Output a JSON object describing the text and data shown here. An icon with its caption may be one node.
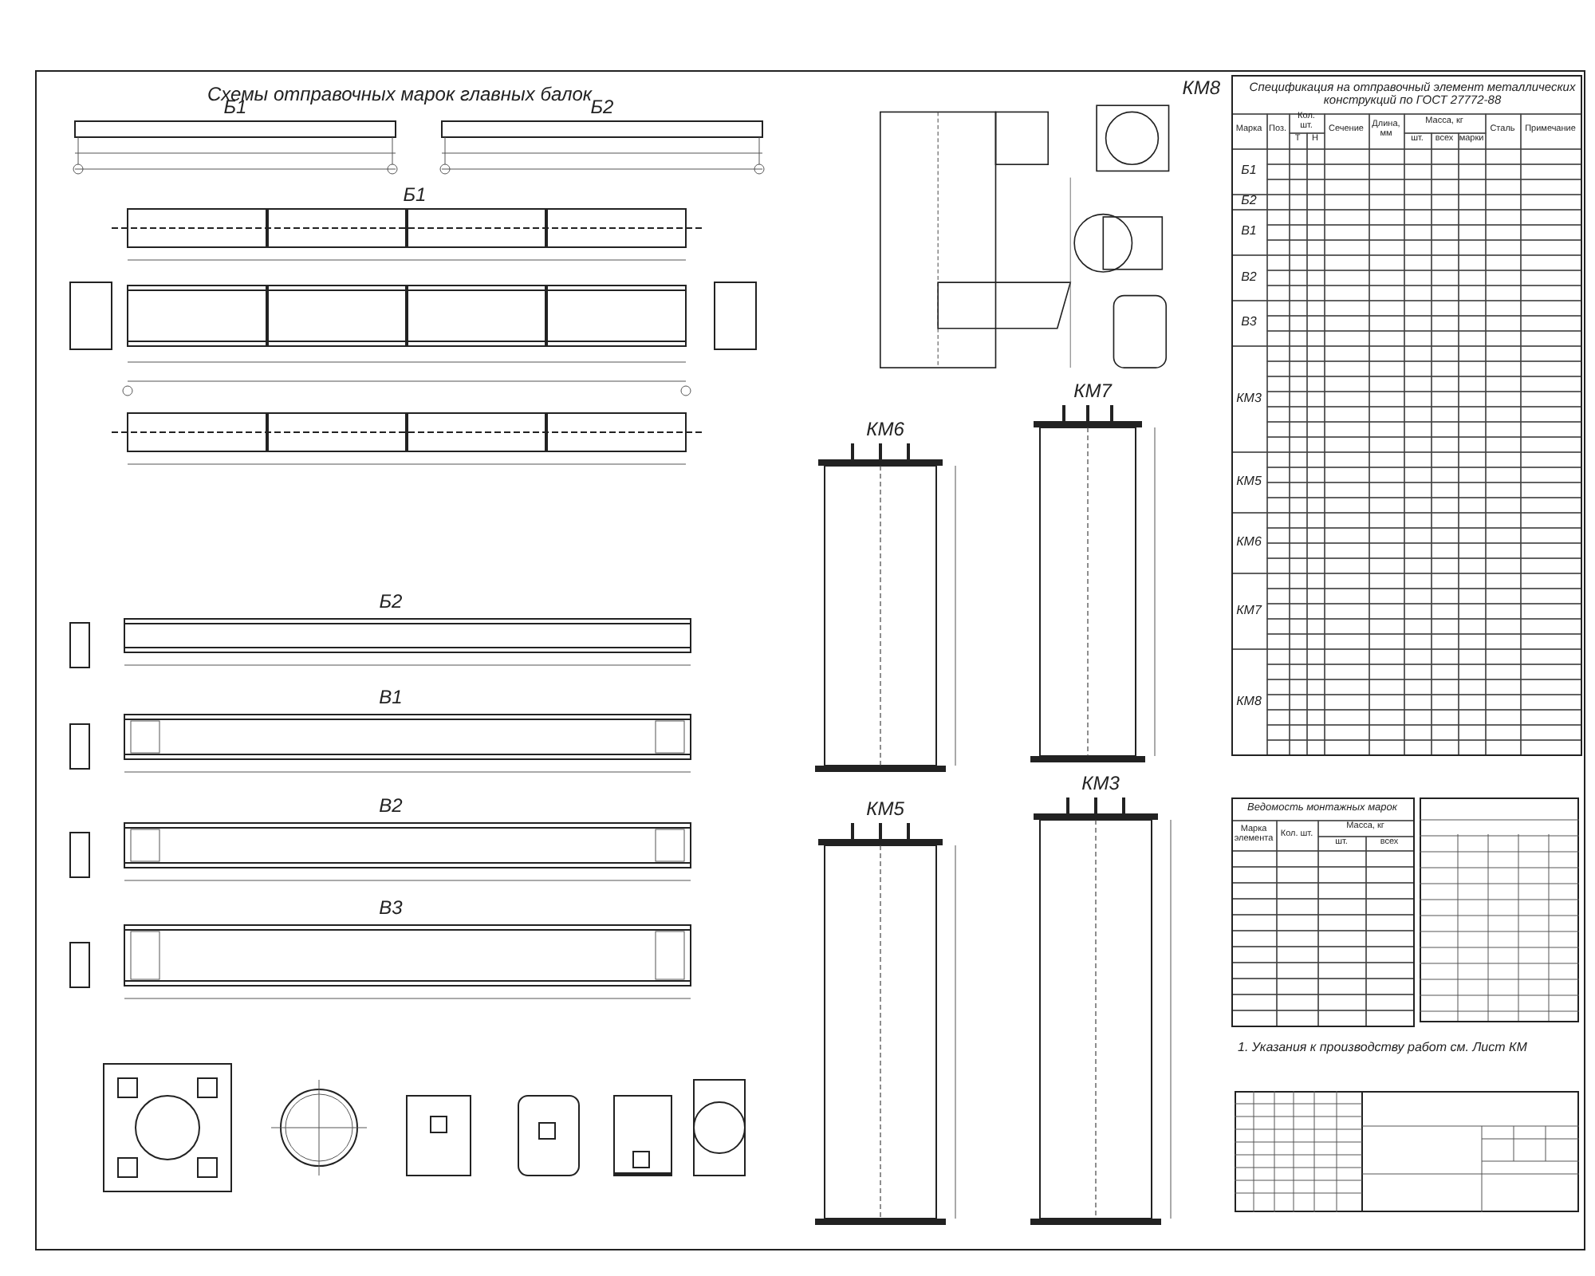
{
  "diagram": {
    "title": "Схемы отправочных марок главных балок",
    "nodes": [
      {
        "text": [
          "Б1"
        ]
      },
      {
        "text": [
          "Б2"
        ]
      },
      {
        "text": [
          "Б1"
        ]
      },
      {
        "text": [
          "Б2"
        ]
      },
      {
        "text": [
          "В1"
        ]
      },
      {
        "text": [
          "В2"
        ]
      },
      {
        "text": [
          "В3"
        ]
      },
      {
        "text": [
          "КМ8"
        ]
      },
      {
        "text": [
          "КМ6"
        ]
      },
      {
        "text": [
          "КМ7"
        ]
      },
      {
        "text": [
          "КМ5"
        ]
      },
      {
        "text": [
          "КМ3"
        ]
      }
    ],
    "labels": [
      "Спецификация на отправочный элемент металлических конструкций по ГОСТ 27772-88",
      "Марка",
      "Поз.",
      "Кол. шт.",
      "Т",
      "Н",
      "Сечение",
      "Длина, мм",
      "Масса, кг",
      "шт.",
      "всех",
      "марки",
      "Сталь",
      "Примечание",
      "Б1",
      "Б2",
      "В1",
      "В2",
      "В3",
      "КМ3",
      "КМ5",
      "КМ6",
      "КМ7",
      "КМ8",
      "Ведомость монтажных марок",
      "Марка элемента",
      "Кол. шт.",
      "Масса, кг",
      "шт.",
      "всех",
      "1. Указания к производству работ см. Лист КМ"
    ]
  }
}
